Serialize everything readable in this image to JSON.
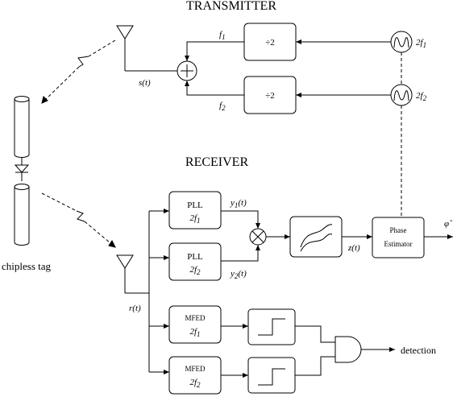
{
  "titles": {
    "transmitter": "TRANSMITTER",
    "receiver": "RECEIVER"
  },
  "transmitter": {
    "div1_label": "÷2",
    "div2_label": "÷2",
    "osc1_freq": "2f",
    "osc1_sub": "1",
    "osc2_freq": "2f",
    "osc2_sub": "2",
    "sig_f1": "f",
    "sig_f1_sub": "1",
    "sig_f2": "f",
    "sig_f2_sub": "2",
    "sum_output": "s(t)",
    "sum_symbol": "+"
  },
  "tag": {
    "label": "chipless tag"
  },
  "receiver": {
    "input": "r(t)",
    "pll1_title": "PLL",
    "pll1_freq": "2f",
    "pll1_sub": "1",
    "pll2_title": "PLL",
    "pll2_freq": "2f",
    "pll2_sub": "2",
    "y1": "y",
    "y1_sub": "1",
    "y1_arg": "(t)",
    "y2": "y",
    "y2_sub": "2",
    "y2_arg": "(t)",
    "mixer_symbol": "×",
    "z_out": "z(t)",
    "phase_line1": "Phase",
    "phase_line2": "Estimator",
    "phi_hat": "φ̂",
    "mfed1_title": "MFED",
    "mfed1_freq": "2f",
    "mfed1_sub": "1",
    "mfed2_title": "MFED",
    "mfed2_freq": "2f",
    "mfed2_sub": "2",
    "detection": "detection"
  },
  "colors": {
    "stroke": "#000000",
    "background": "#ffffff"
  }
}
